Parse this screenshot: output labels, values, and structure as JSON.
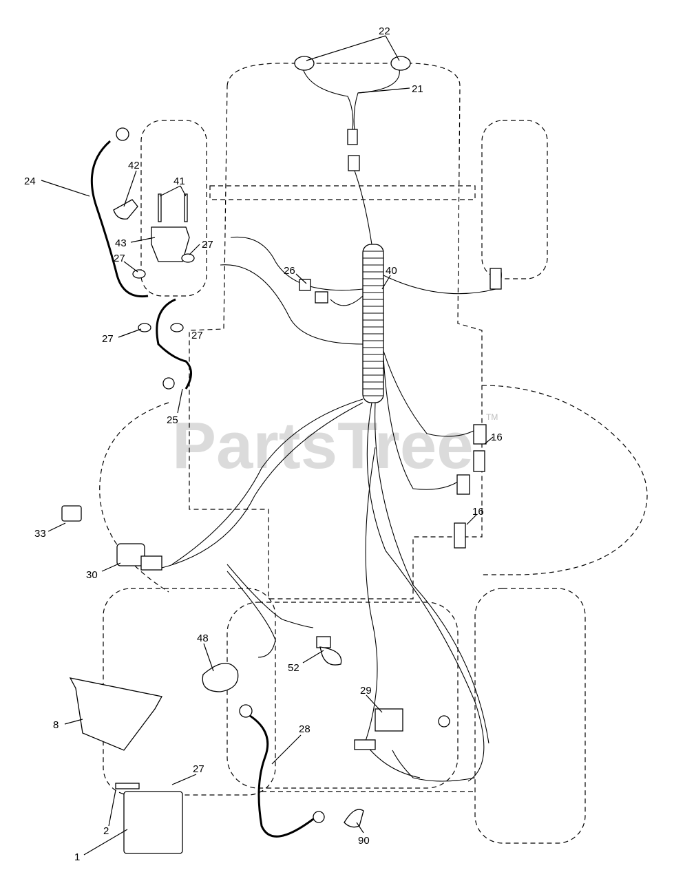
{
  "watermark": {
    "text": "PartsTree",
    "trademark": "TM"
  },
  "callouts": {
    "c1": "1",
    "c2": "2",
    "c8": "8",
    "c16a": "16",
    "c16b": "16",
    "c21": "21",
    "c22": "22",
    "c24": "24",
    "c25": "25",
    "c26": "26",
    "c27a": "27",
    "c27b": "27",
    "c27c": "27",
    "c27d": "27",
    "c27e": "27",
    "c28": "28",
    "c29": "29",
    "c30": "30",
    "c33": "33",
    "c40": "40",
    "c41": "41",
    "c42": "42",
    "c43": "43",
    "c48": "48",
    "c52": "52",
    "c90": "90"
  }
}
